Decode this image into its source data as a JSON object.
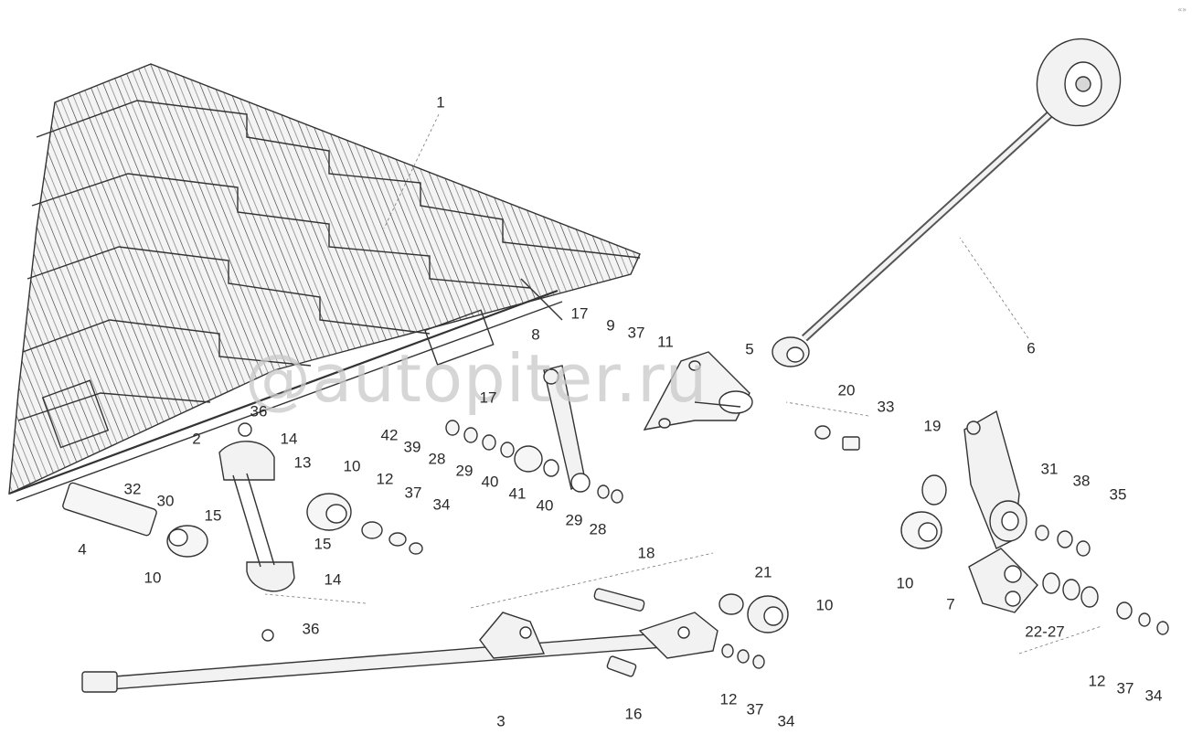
{
  "watermark": "@autopiter.ru",
  "corner_mark": "«»",
  "labels": {
    "l1": "1",
    "l2": "2",
    "l3": "3",
    "l4": "4",
    "l5": "5",
    "l6": "6",
    "l7": "7",
    "l8": "8",
    "l9": "9",
    "l10a": "10",
    "l10b": "10",
    "l10c": "10",
    "l10d": "10",
    "l11": "11",
    "l12a": "12",
    "l12b": "12",
    "l12c": "12",
    "l13": "13",
    "l14a": "14",
    "l14b": "14",
    "l15a": "15",
    "l15b": "15",
    "l16": "16",
    "l17a": "17",
    "l17b": "17",
    "l18": "18",
    "l19": "19",
    "l20": "20",
    "l21": "21",
    "l2227": "22-27",
    "l28a": "28",
    "l28b": "28",
    "l29a": "29",
    "l29b": "29",
    "l30": "30",
    "l31": "31",
    "l32": "32",
    "l33": "33",
    "l34a": "34",
    "l34b": "34",
    "l34c": "34",
    "l35": "35",
    "l36a": "36",
    "l36b": "36",
    "l37a": "37",
    "l37b": "37",
    "l37c": "37",
    "l37d": "37",
    "l38": "38",
    "l39": "39",
    "l40a": "40",
    "l40b": "40",
    "l41": "41",
    "l42": "42"
  }
}
